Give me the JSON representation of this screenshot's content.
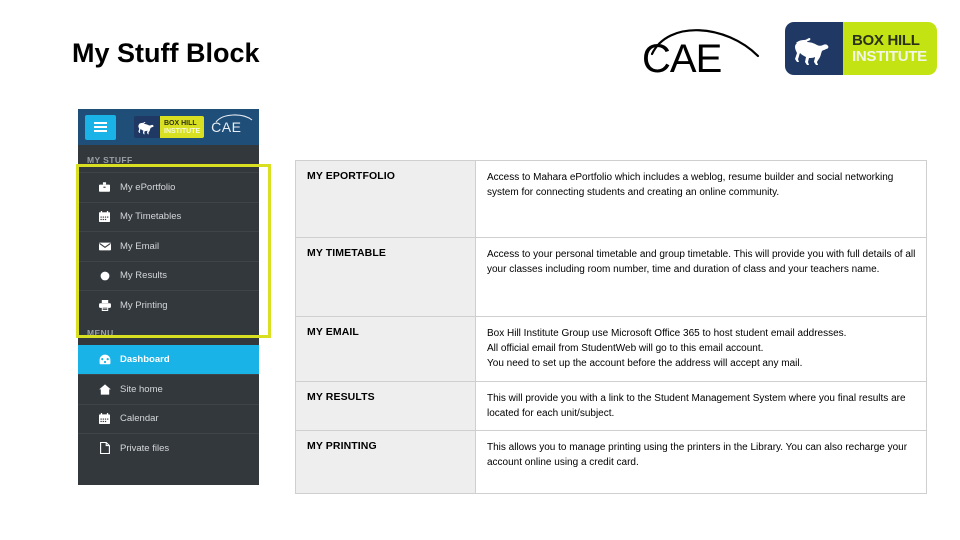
{
  "slide": {
    "title": "My Stuff Block"
  },
  "header": {
    "cae_logo_text": "CAE",
    "bhi_logo": {
      "line1": "BOX HILL",
      "line2": "INSTITUTE",
      "navy": "#1f3864",
      "lime": "#c4e313"
    }
  },
  "moodle": {
    "navbar": {
      "menu_button": "☰",
      "bhi_line1": "BOX HILL",
      "bhi_line2": "INSTITUTE",
      "cae_text": "CAE",
      "background": "#1f4e79",
      "button_color": "#19b3e8"
    },
    "blocks": [
      {
        "header": "MY STUFF",
        "highlighted": true,
        "highlight_color": "#d9e021",
        "items": [
          {
            "label": "My ePortfolio",
            "icon": "briefcase-icon",
            "active": false
          },
          {
            "label": "My Timetables",
            "icon": "calendar-icon",
            "active": false
          },
          {
            "label": "My Email",
            "icon": "envelope-icon",
            "active": false
          },
          {
            "label": "My Results",
            "icon": "circle-icon",
            "active": false
          },
          {
            "label": "My Printing",
            "icon": "printer-icon",
            "active": false
          }
        ]
      },
      {
        "header": "MENU",
        "highlighted": false,
        "items": [
          {
            "label": "Dashboard",
            "icon": "dashboard-icon",
            "active": true
          },
          {
            "label": "Site home",
            "icon": "home-icon",
            "active": false
          },
          {
            "label": "Calendar",
            "icon": "calendar-icon",
            "active": false
          },
          {
            "label": "Private files",
            "icon": "file-icon",
            "active": false
          }
        ]
      }
    ],
    "active_color": "#19b3e8",
    "sidebar_color": "#33383d"
  },
  "table": {
    "rows": [
      {
        "label": "MY EPORTFOLIO",
        "description": "Access to Mahara ePortfolio which includes a weblog, resume builder and social networking system for connecting students and creating an online community."
      },
      {
        "label": "MY TIMETABLE",
        "description": "Access to your personal timetable and group timetable. This will provide you with full details of all your classes including room number, time and duration of class and your  teachers name."
      },
      {
        "label": "MY EMAIL",
        "description": "Box Hill Institute Group use Microsoft Office 365 to host student email addresses.\nAll official email from StudentWeb will go to this email account.\nYou need to set up the account before the address will accept any mail."
      },
      {
        "label": "MY RESULTS",
        "description": "This will provide you with a link to the Student Management System where you final results are located for each unit/subject."
      },
      {
        "label": "MY PRINTING",
        "description": "This allows you to manage printing using the printers in the Library. You can also recharge your account online using a credit card."
      }
    ]
  }
}
